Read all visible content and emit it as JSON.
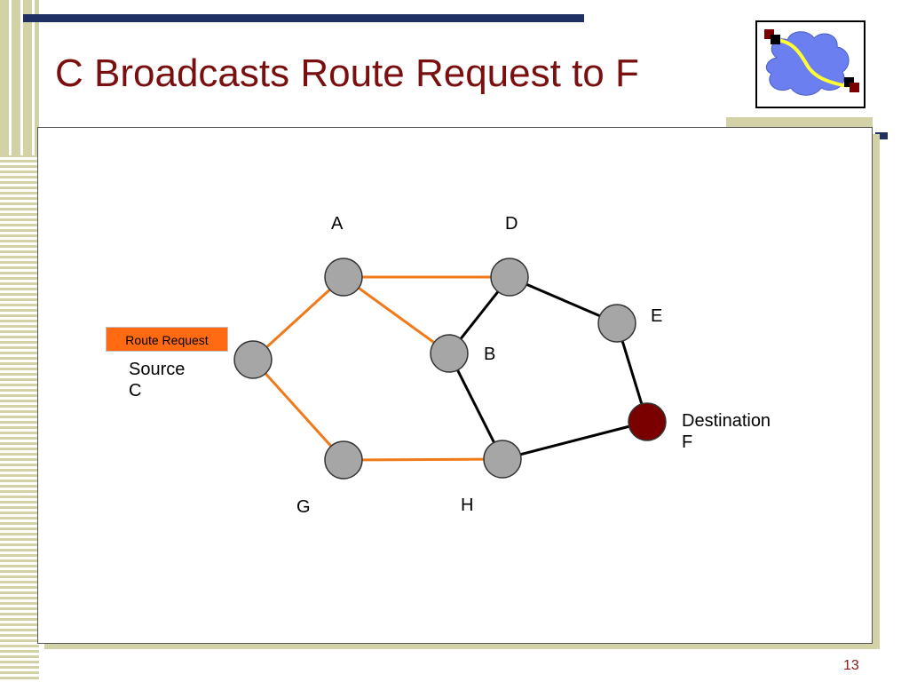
{
  "slide": {
    "title": "C Broadcasts Route Request to F",
    "page_number": "13"
  },
  "diagram": {
    "nodes": [
      {
        "id": "A",
        "label": "A",
        "role": "intermediate"
      },
      {
        "id": "B",
        "label": "B",
        "role": "intermediate"
      },
      {
        "id": "C",
        "label": "Source\nC",
        "role": "source"
      },
      {
        "id": "D",
        "label": "D",
        "role": "intermediate"
      },
      {
        "id": "E",
        "label": "E",
        "role": "intermediate"
      },
      {
        "id": "F",
        "label": "Destination\nF",
        "role": "destination"
      },
      {
        "id": "G",
        "label": "G",
        "role": "intermediate"
      },
      {
        "id": "H",
        "label": "H",
        "role": "intermediate"
      }
    ],
    "edges": [
      {
        "from": "C",
        "to": "A",
        "state": "broadcast"
      },
      {
        "from": "C",
        "to": "G",
        "state": "broadcast"
      },
      {
        "from": "A",
        "to": "D",
        "state": "broadcast"
      },
      {
        "from": "A",
        "to": "B",
        "state": "broadcast"
      },
      {
        "from": "G",
        "to": "H",
        "state": "broadcast"
      },
      {
        "from": "D",
        "to": "B",
        "state": "idle"
      },
      {
        "from": "D",
        "to": "E",
        "state": "idle"
      },
      {
        "from": "E",
        "to": "F",
        "state": "idle"
      },
      {
        "from": "B",
        "to": "H",
        "state": "idle"
      },
      {
        "from": "H",
        "to": "F",
        "state": "idle"
      }
    ],
    "message_label": "Route Request",
    "colors": {
      "broadcast_edge": "#f07a1a",
      "idle_edge": "#000000",
      "node_fill": "#a6a6a6",
      "destination_fill": "#7a0000",
      "message_fill": "#ff6a13",
      "title": "#7a0f0f",
      "accent_bar": "#1f3064"
    }
  },
  "logo": {
    "icon": "network-cloud-icon",
    "colors": {
      "cloud": "#6b7ff0",
      "path": "#ffff33",
      "endpoint": "#7a0000"
    }
  }
}
